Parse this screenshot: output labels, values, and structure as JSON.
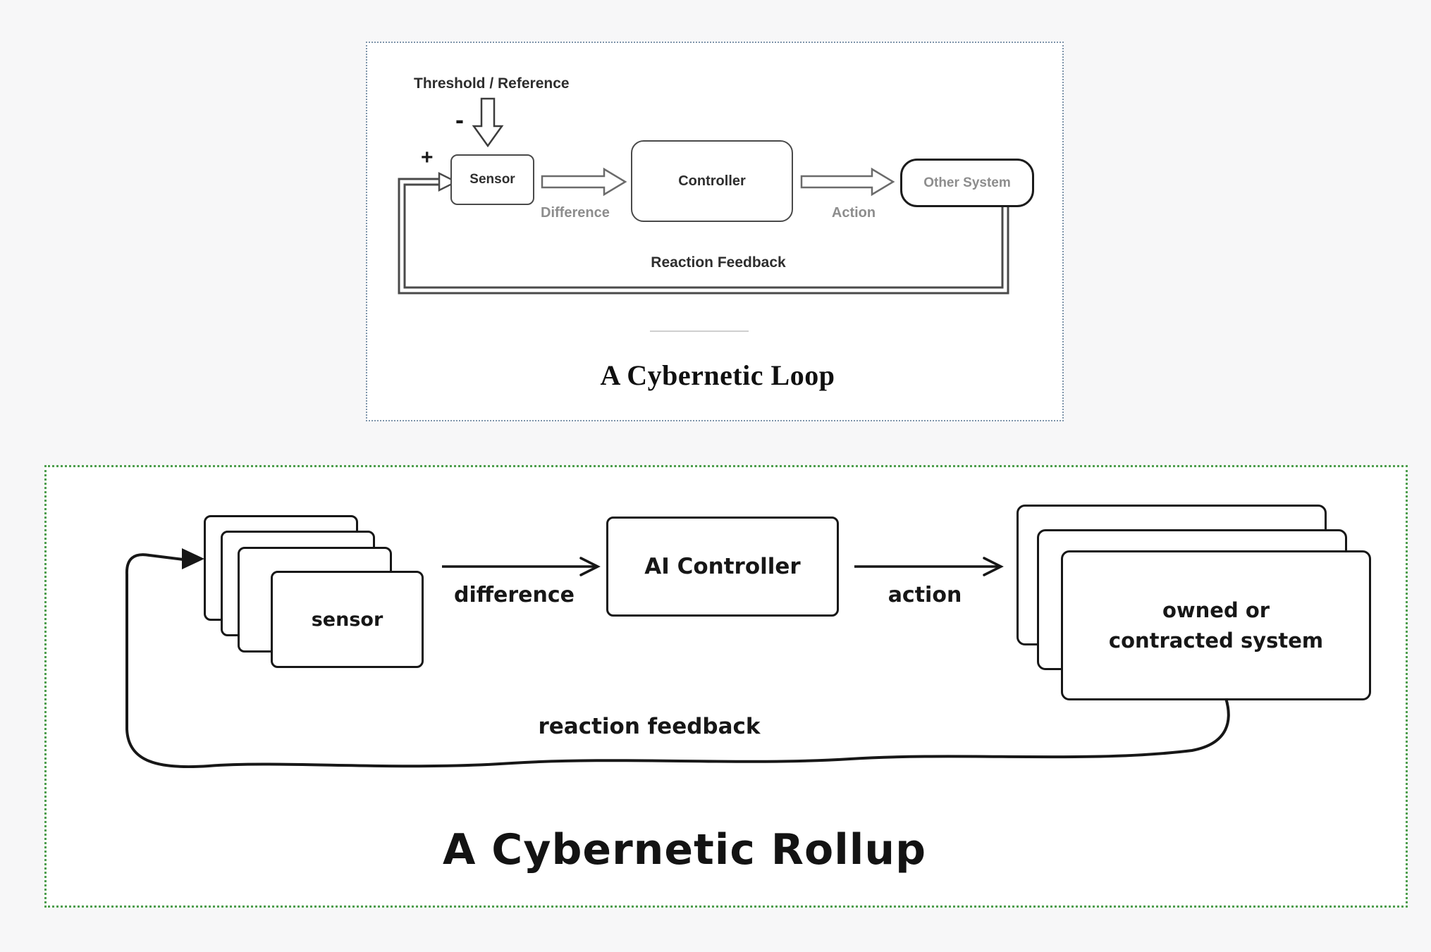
{
  "loop": {
    "title": "A Cybernetic Loop",
    "threshold_label": "Threshold / Reference",
    "minus": "-",
    "plus": "+",
    "sensor": "Sensor",
    "difference": "Difference",
    "controller": "Controller",
    "action": "Action",
    "other_system": "Other System",
    "feedback": "Reaction Feedback"
  },
  "rollup": {
    "title": "A Cybernetic Rollup",
    "sensor": "sensor",
    "difference": "difference",
    "controller": "AI Controller",
    "action": "action",
    "system_line1": "owned or",
    "system_line2": "contracted system",
    "feedback": "reaction feedback"
  },
  "colors": {
    "page_bg": "#f7f7f8",
    "panel_bg": "#ffffff",
    "loop_panel_border": "#7e94aa",
    "rollup_panel_border": "#4e9e4e",
    "loop_ink": "#4a4a4a",
    "loop_muted": "#8d8d8d",
    "rollup_ink": "#171717"
  }
}
